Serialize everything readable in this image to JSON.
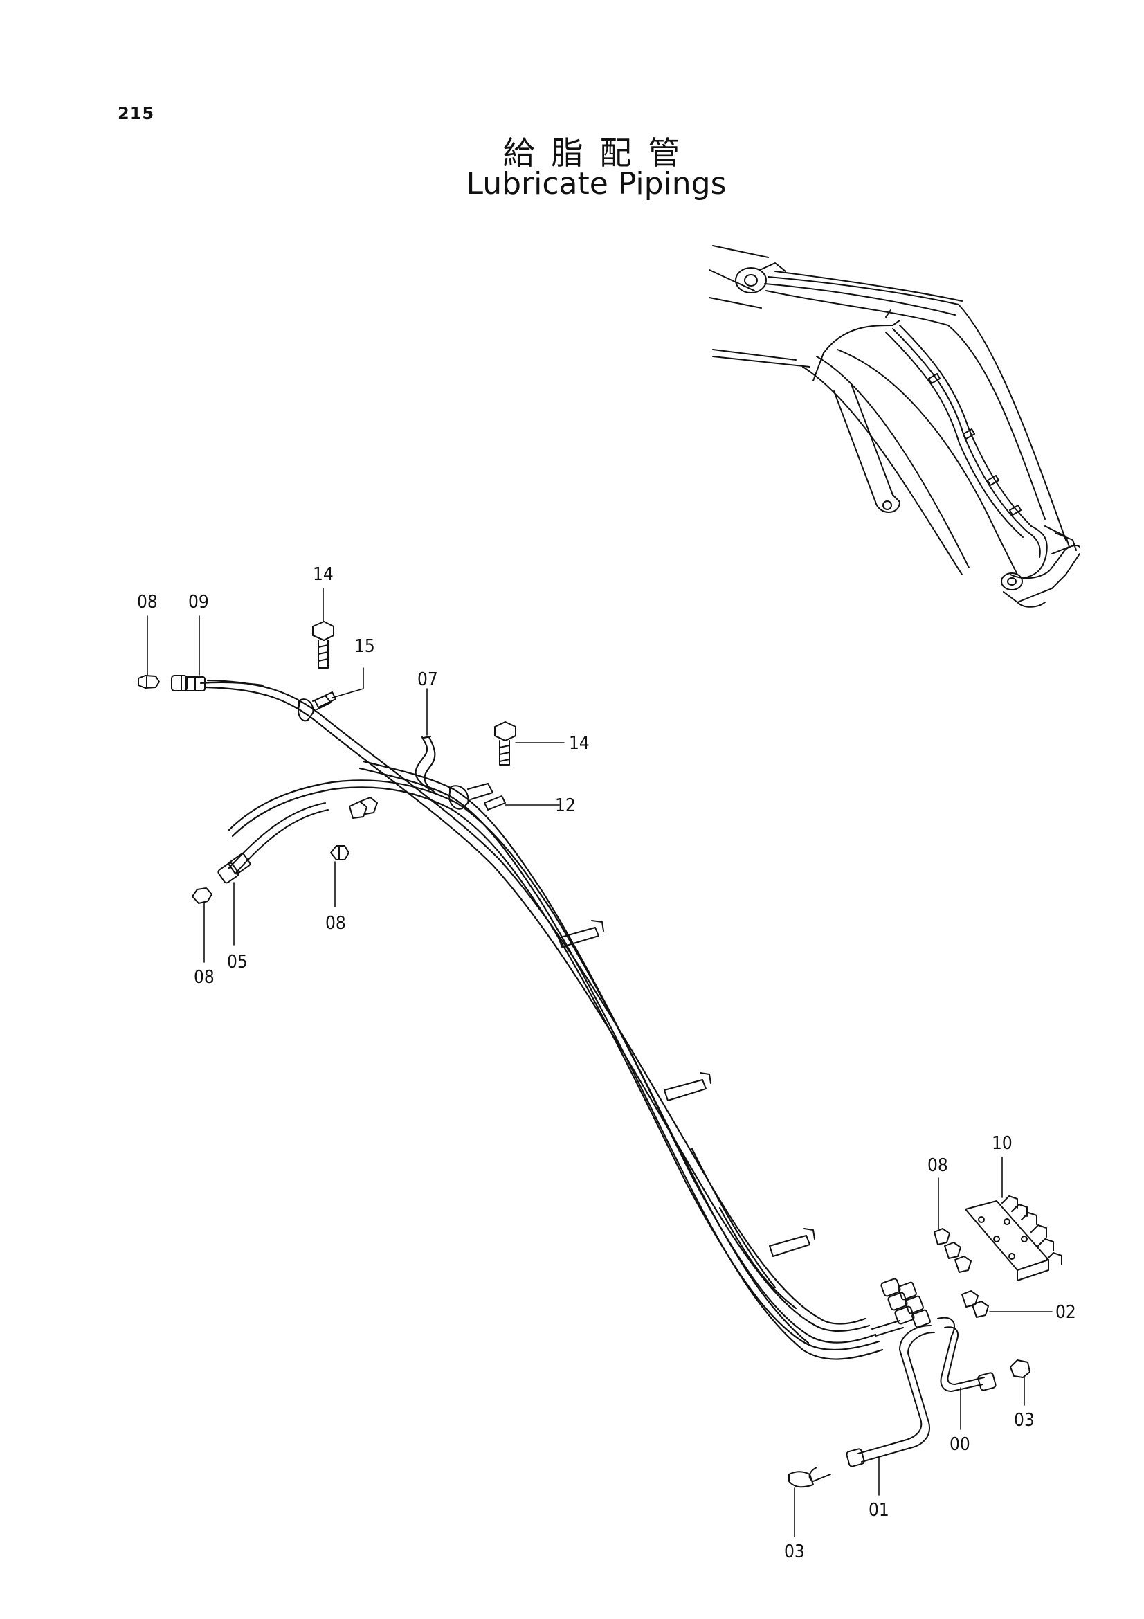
{
  "header": {
    "page_number": "215",
    "title_jp": "給脂配管",
    "title_en": "Lubricate Pipings"
  },
  "callouts": {
    "c08a": "08",
    "c09": "09",
    "c14a": "14",
    "c15": "15",
    "c07": "07",
    "c14b": "14",
    "c12": "12",
    "c08b": "08",
    "c08c": "08",
    "c05": "05",
    "c10": "10",
    "c08d": "08",
    "c02": "02",
    "c03a": "03",
    "c00": "00",
    "c01": "01",
    "c03b": "03"
  }
}
